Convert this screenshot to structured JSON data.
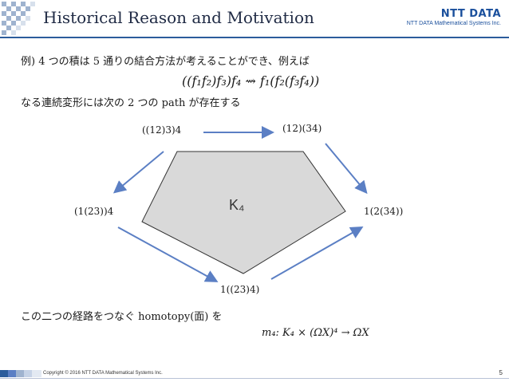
{
  "header": {
    "title": "Historical Reason and Motivation",
    "logo_main": "NTT DATA",
    "logo_sub": "NTT DATA Mathematical Systems Inc."
  },
  "body": {
    "line1": "例) 4 つの積は 5 通りの結合方法が考えることができ、例えば",
    "formula1": "((f₁f₂)f₃)f₄ ⇝ f₁(f₂(f₃f₄))",
    "line2": "なる連続変形には次の 2 つの path が存在する",
    "line3": "この二つの経路をつなぐ homotopy(面) を",
    "formula2": "m₄: K₄ × (ΩX)⁴ → ΩX"
  },
  "diagram": {
    "center_label": "K₄",
    "nodes": {
      "top_left": "((12)3)4",
      "top_right": "(12)(34)",
      "left": "(1(23))4",
      "right": "1(2(34))",
      "bottom": "1((23)4)"
    },
    "fill_color": "#d9d9d9",
    "arrow_color": "#5b7fc4"
  },
  "footer": {
    "copyright": "Copyright © 2016 NTT DATA Mathematical Systems Inc.",
    "page": "5"
  }
}
